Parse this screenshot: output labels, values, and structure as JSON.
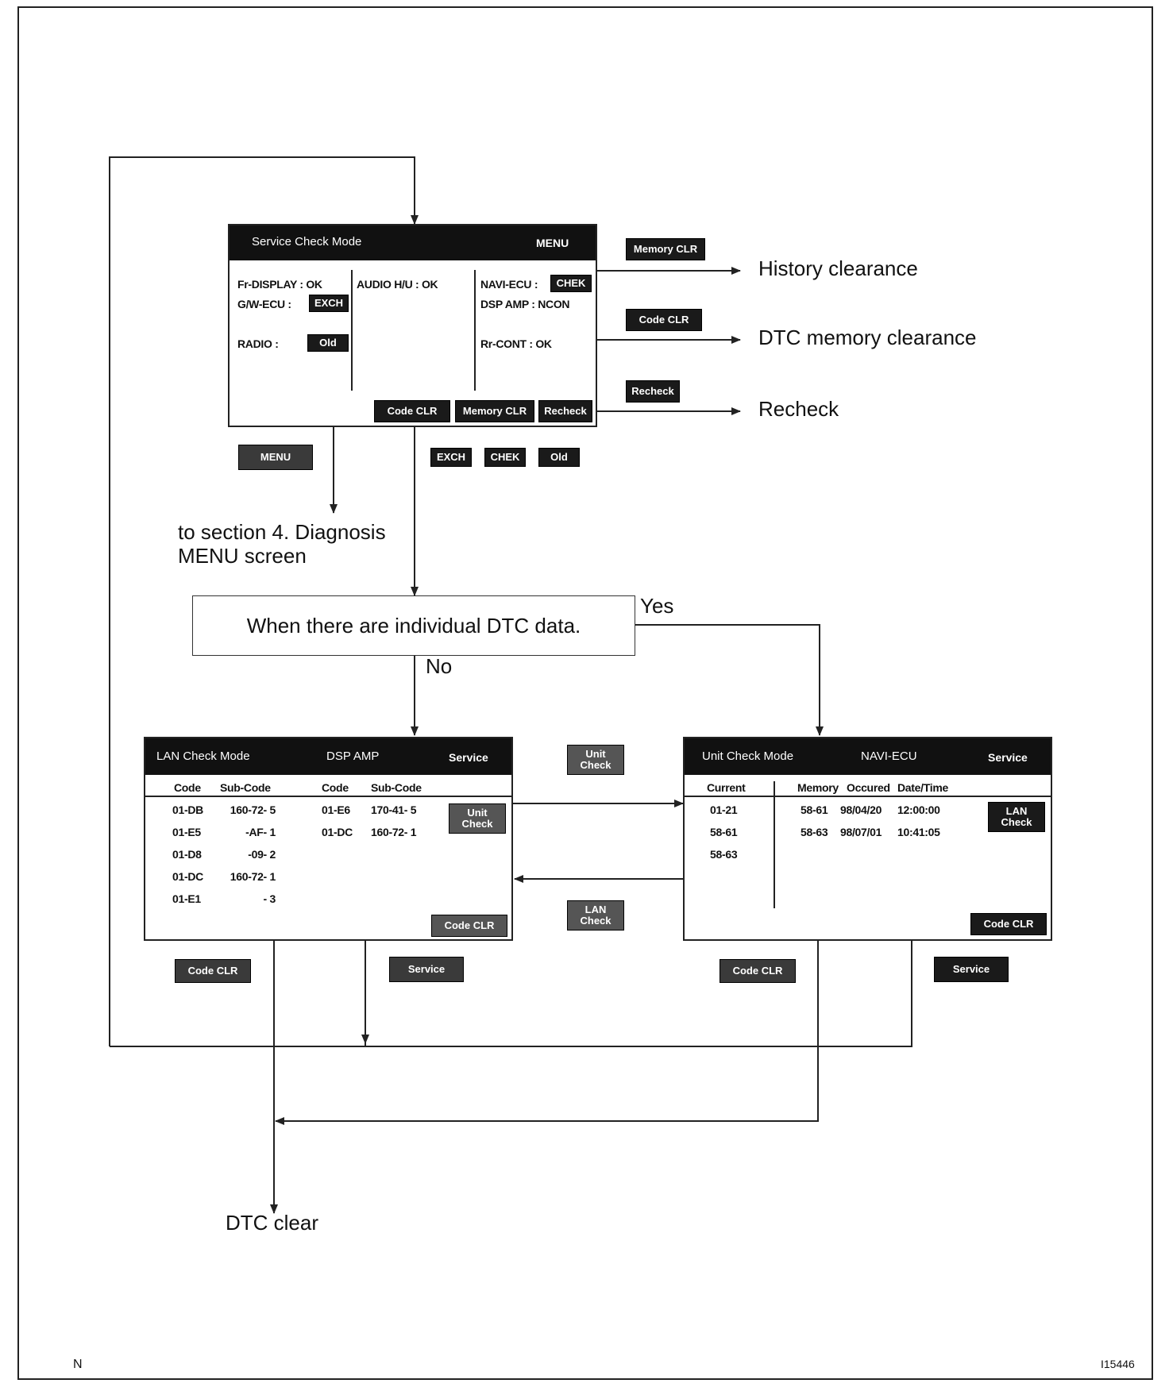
{
  "service_screen": {
    "title": "Service  Check  Mode",
    "menu": "MENU",
    "fr_display": "Fr-DISPLAY : OK",
    "gw_ecu": "G/W-ECU  :",
    "gw_ecu_status": "EXCH",
    "radio": "RADIO      :",
    "radio_status": "Old",
    "audio": "AUDIO H/U : OK",
    "navi_ecu": "NAVI-ECU  :",
    "navi_ecu_status": "CHEK",
    "dsp_amp": "DSP AMP   :  NCON",
    "rr_cont": "Rr-CONT   : OK",
    "btn_code_clr": "Code CLR",
    "btn_memory_clr": "Memory CLR",
    "btn_recheck": "Recheck"
  },
  "side_buttons": {
    "memory_clr": "Memory CLR",
    "code_clr": "Code CLR",
    "recheck": "Recheck",
    "menu": "MENU",
    "exch": "EXCH",
    "chek": "CHEK",
    "old": "Old"
  },
  "outcomes": {
    "history": "History clearance",
    "dtc_memory": "DTC memory clearance",
    "recheck": "Recheck",
    "to_section": "to section 4. Diagnosis",
    "to_section2": "MENU screen",
    "dtc_clear": "DTC clear"
  },
  "decision": {
    "text": "When there are individual DTC data.",
    "yes": "Yes",
    "no": "No"
  },
  "lan_screen": {
    "title": "LAN  Check  Mode",
    "unit": "DSP  AMP",
    "service": "Service",
    "col_code": "Code",
    "col_sub": "Sub-Code",
    "col_code2": "Code",
    "col_sub2": "Sub-Code",
    "rows_left": [
      {
        "code": "01-DB",
        "sub": "160-72- 5"
      },
      {
        "code": "01-E5",
        "sub": "-AF- 1"
      },
      {
        "code": "01-D8",
        "sub": "-09- 2"
      },
      {
        "code": "01-DC",
        "sub": "160-72- 1"
      },
      {
        "code": "01-E1",
        "sub": "- 3"
      }
    ],
    "rows_right": [
      {
        "code": "01-E6",
        "sub": "170-41- 5"
      },
      {
        "code": "01-DC",
        "sub": "160-72- 1"
      }
    ],
    "btn_unit_check_1": "Unit",
    "btn_unit_check_2": "Check",
    "btn_code_clr": "Code CLR"
  },
  "unit_screen": {
    "title": "Unit  Check  Mode",
    "unit": "NAVI-ECU",
    "service": "Service",
    "col_current": "Current",
    "col_memory": "Memory",
    "col_occured": "Occured",
    "col_datetime": "Date/Time",
    "current": [
      "01-21",
      "58-61",
      "58-63"
    ],
    "memory_rows": [
      {
        "memory": "58-61",
        "date": "98/04/20",
        "time": "12:00:00"
      },
      {
        "memory": "58-63",
        "date": "98/07/01",
        "time": "10:41:05"
      }
    ],
    "btn_lan_check_1": "LAN",
    "btn_lan_check_2": "Check",
    "btn_code_clr": "Code CLR"
  },
  "between_buttons": {
    "unit_check_1": "Unit",
    "unit_check_2": "Check",
    "lan_check_1": "LAN",
    "lan_check_2": "Check"
  },
  "bottom_buttons": {
    "code_clr_left": "Code CLR",
    "service_left": "Service",
    "code_clr_right": "Code CLR",
    "service_right": "Service"
  },
  "corners": {
    "left": "N",
    "right": "I15446"
  }
}
